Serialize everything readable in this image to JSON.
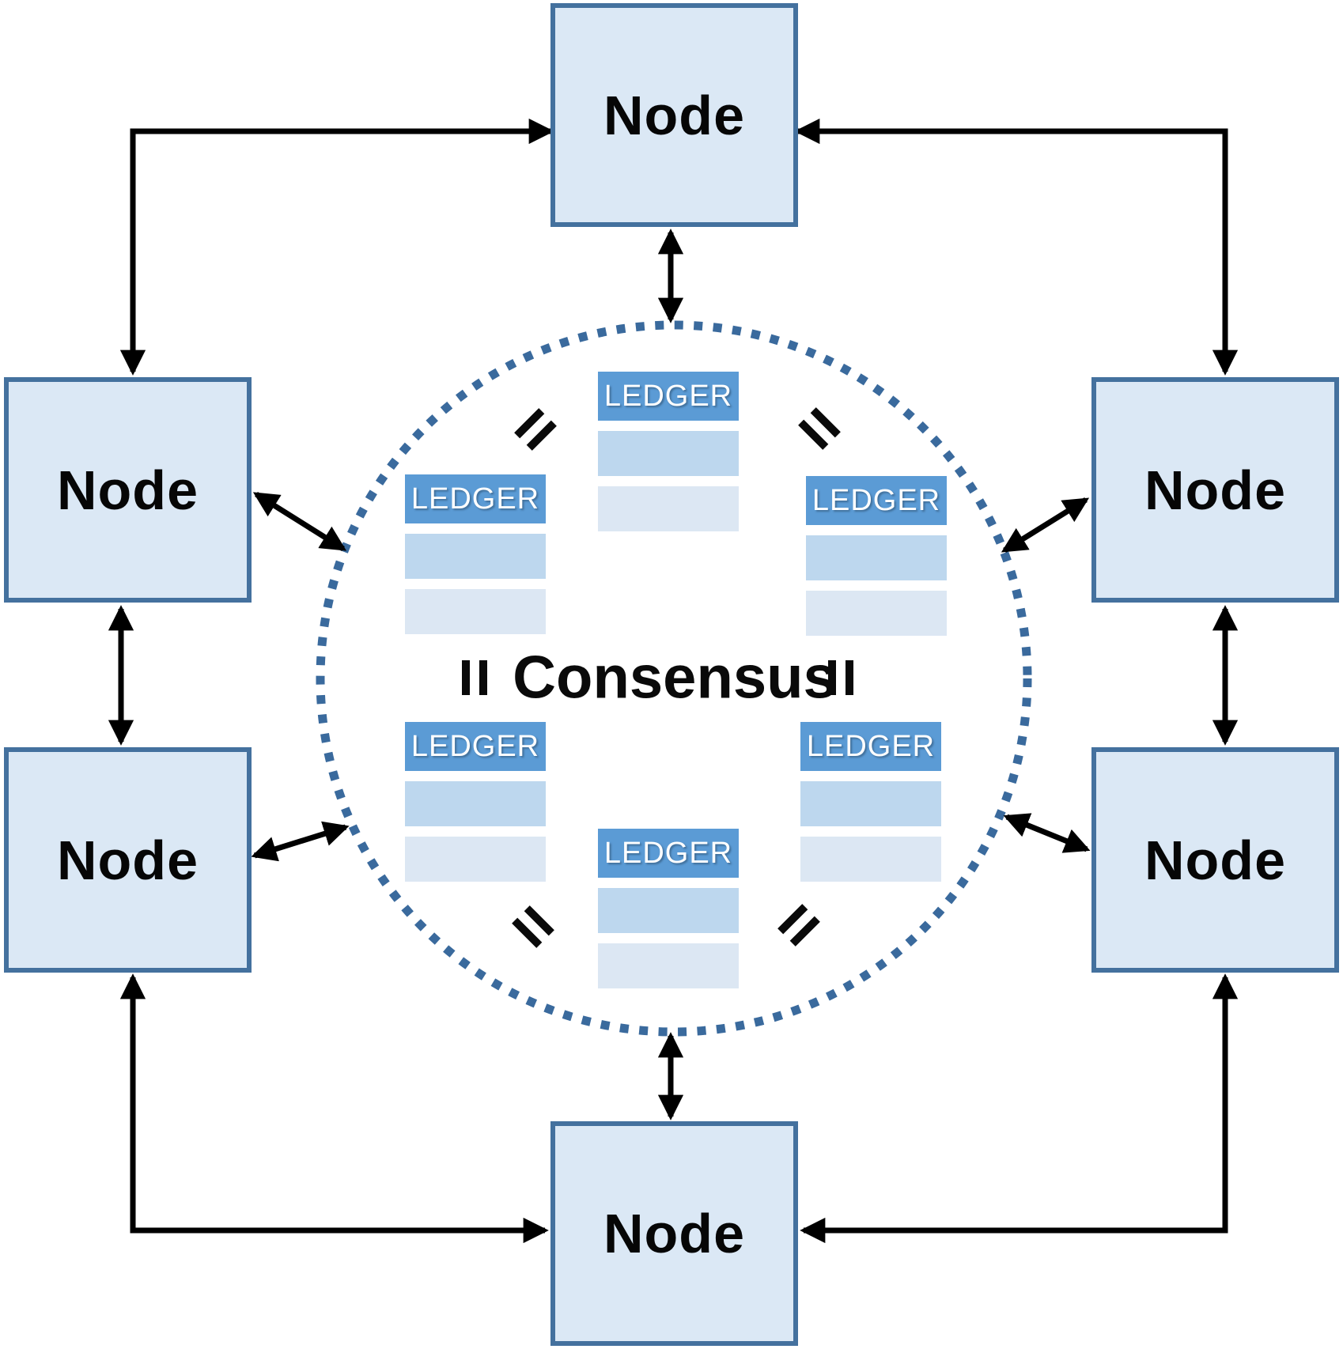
{
  "diagram": {
    "center_label": "Consensus",
    "nodes": [
      {
        "id": "top",
        "label": "Node"
      },
      {
        "id": "upper-left",
        "label": "Node"
      },
      {
        "id": "upper-right",
        "label": "Node"
      },
      {
        "id": "lower-left",
        "label": "Node"
      },
      {
        "id": "lower-right",
        "label": "Node"
      },
      {
        "id": "bottom",
        "label": "Node"
      }
    ],
    "ledgers": [
      {
        "id": "top-center",
        "label": "LEDGER",
        "rows": 2
      },
      {
        "id": "upper-left",
        "label": "LEDGER",
        "rows": 2
      },
      {
        "id": "upper-right",
        "label": "LEDGER",
        "rows": 2
      },
      {
        "id": "lower-left",
        "label": "LEDGER",
        "rows": 2
      },
      {
        "id": "lower-right",
        "label": "LEDGER",
        "rows": 2
      },
      {
        "id": "bottom-center",
        "label": "LEDGER",
        "rows": 2
      }
    ],
    "equals_symbol": "=",
    "colors": {
      "node_fill": "#dbe8f5",
      "node_border": "#44719e",
      "ledger_header": "#5b9bd5",
      "ledger_row_1": "#bdd7ee",
      "ledger_row_2": "#dce7f3",
      "dotted_circle": "#3a6a9d",
      "arrow": "#000000",
      "text": "#0a0a0a"
    }
  }
}
